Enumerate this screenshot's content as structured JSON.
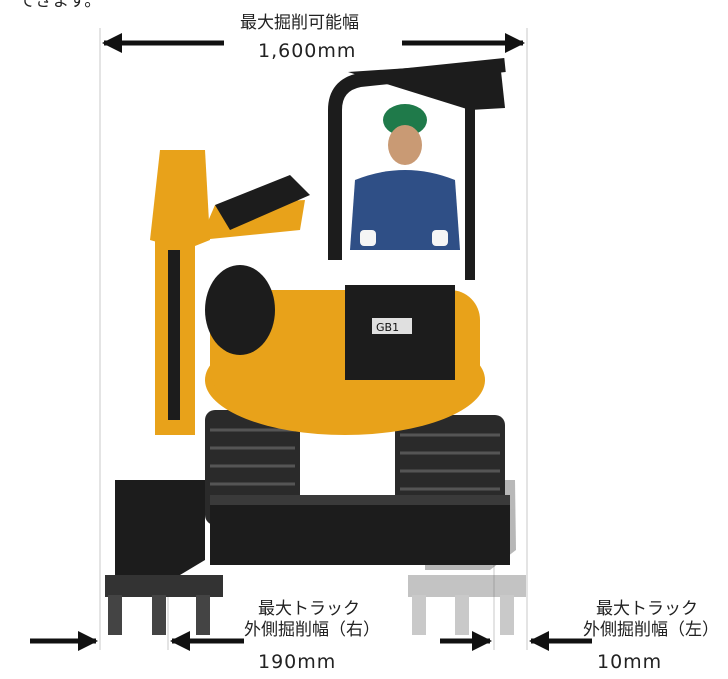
{
  "top_fragment": "できます。",
  "max_width": {
    "label": "最大掘削可能幅",
    "value": "1,600mm"
  },
  "offset_right": {
    "label_line1": "最大トラック",
    "label_line2": "外側掘削幅（右）",
    "value": "190mm"
  },
  "offset_left": {
    "label_line1": "最大トラック",
    "label_line2": "外側掘削幅（左）",
    "value": "10mm"
  },
  "bucket_text": "GB1",
  "colors": {
    "machine_yellow": "#e8a21a",
    "dark": "#1c1c1c",
    "line": "#c9c9c9",
    "arrow": "#111111"
  }
}
